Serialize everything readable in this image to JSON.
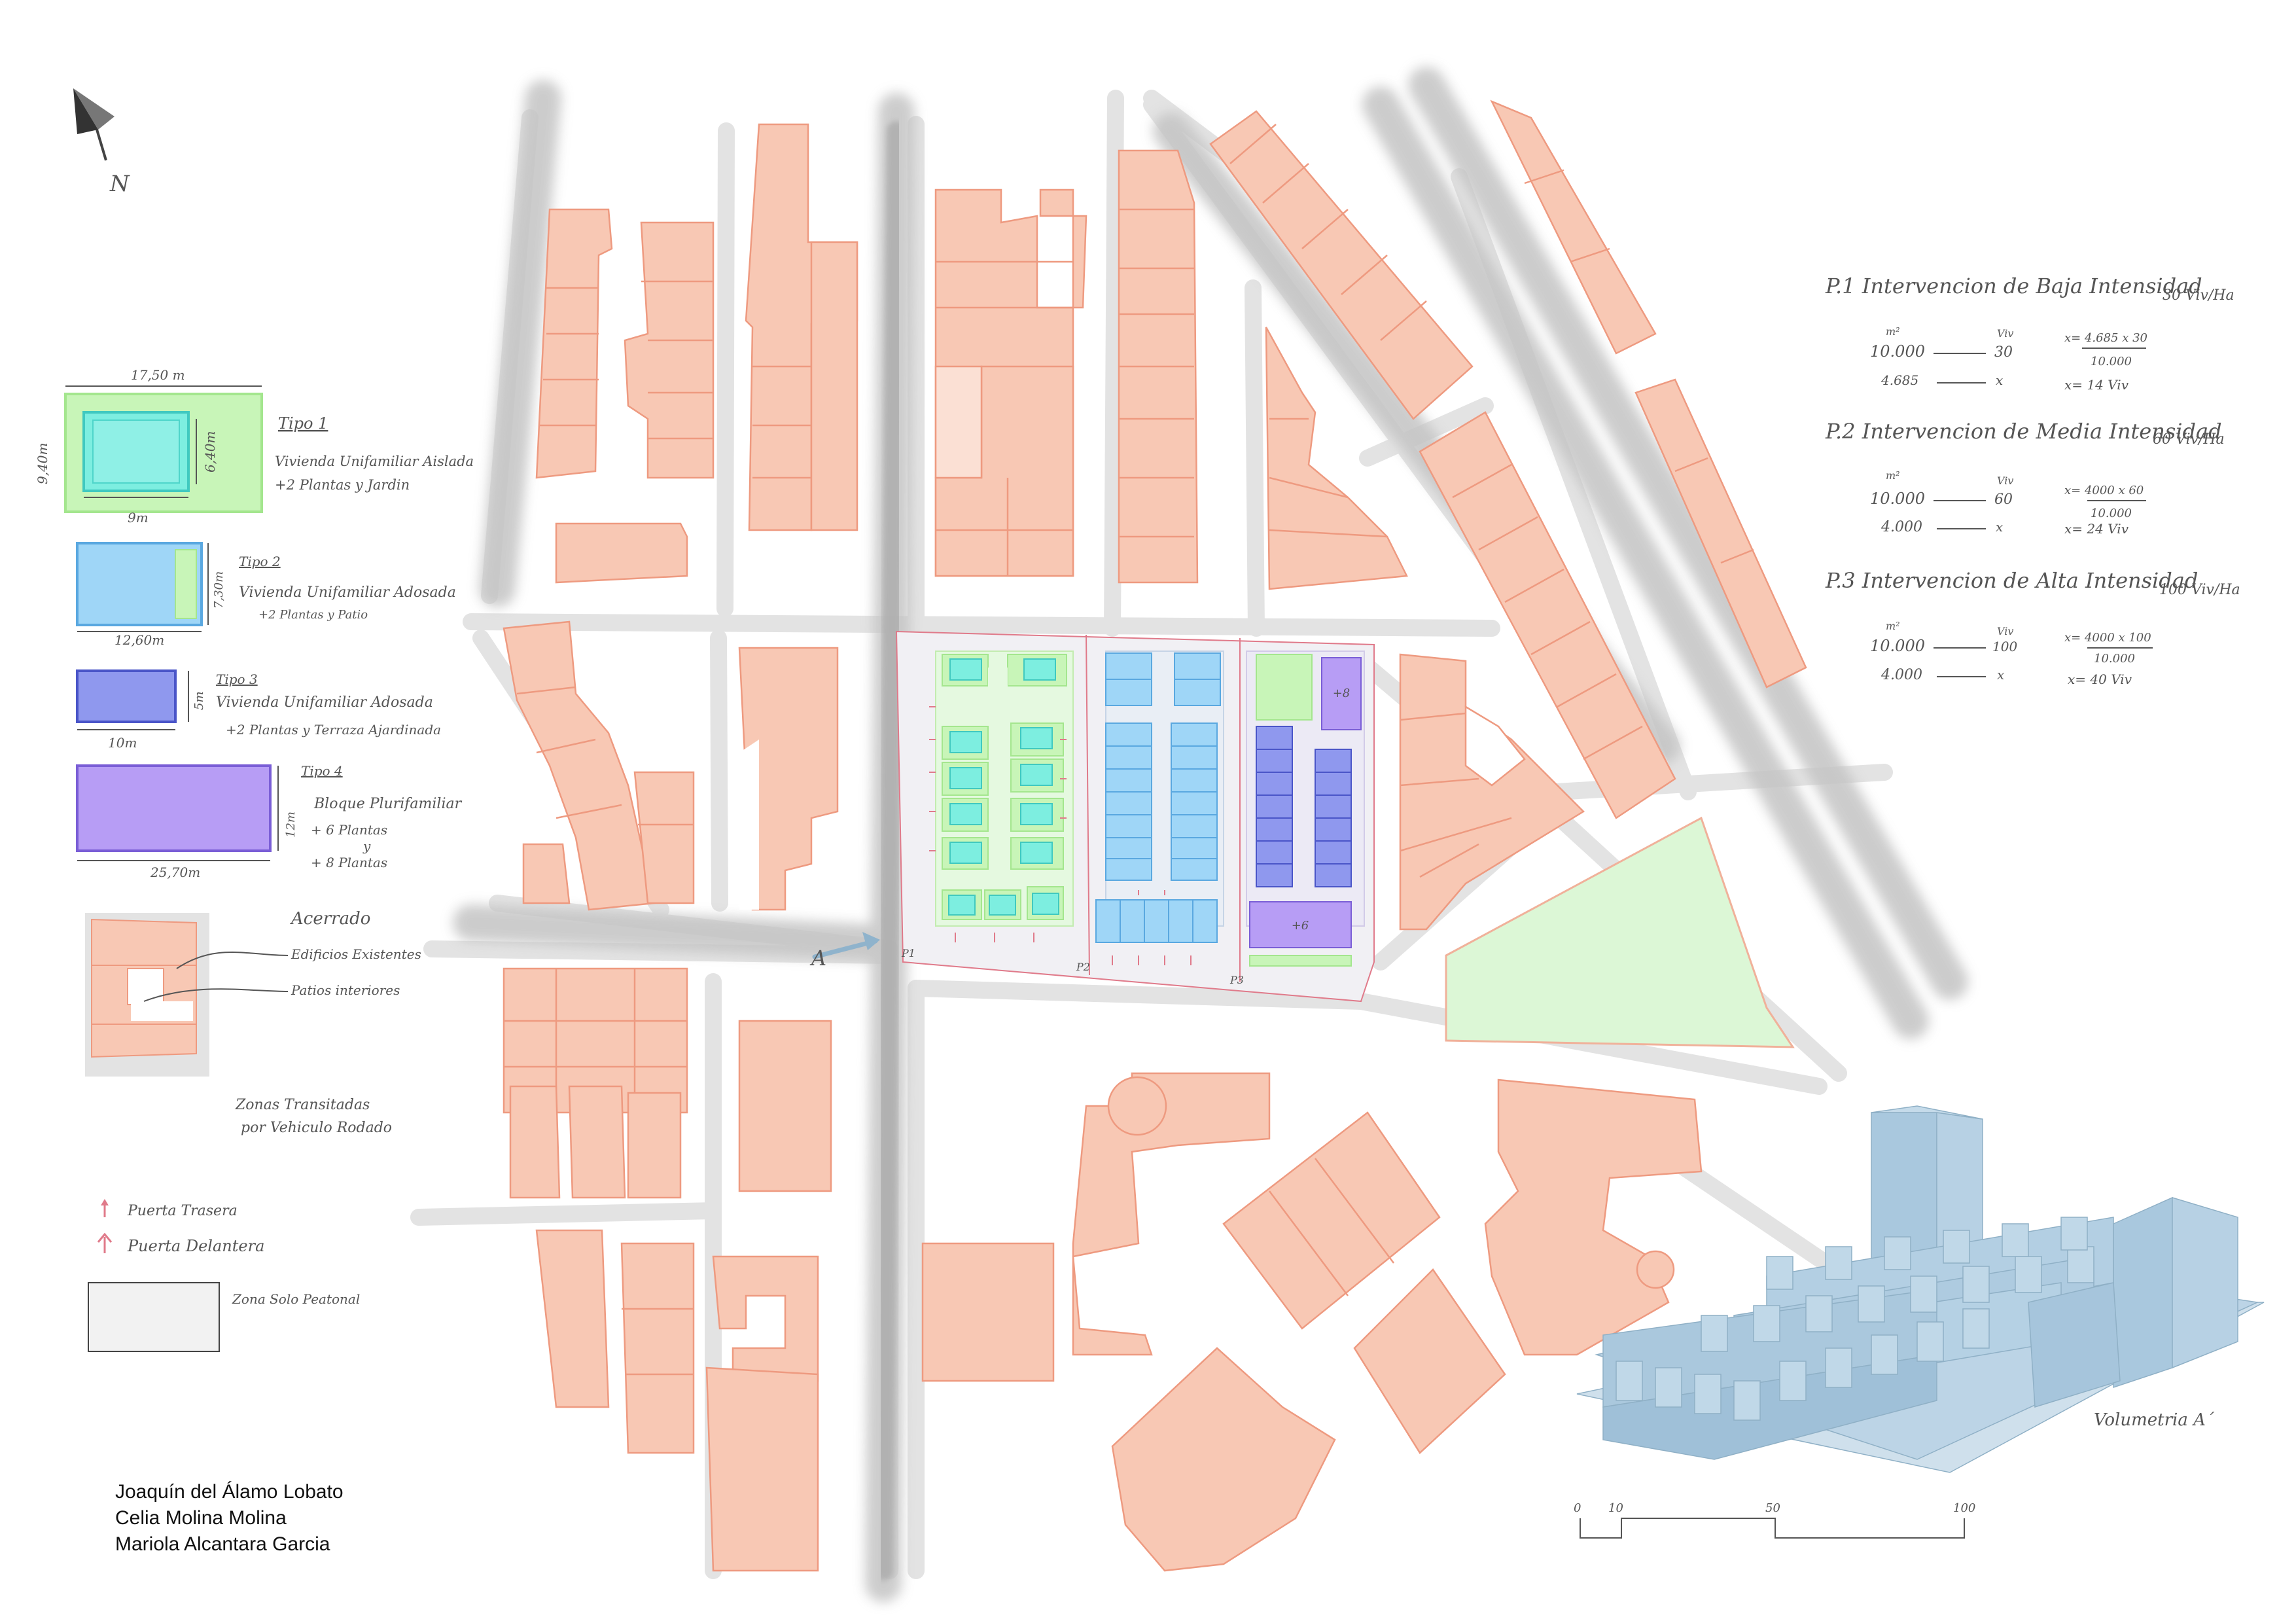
{
  "colors": {
    "building": "#f8c8b4",
    "building_stroke": "#ee9a80",
    "street": "#e4e4e4",
    "traffic": "#c9c9c9",
    "tipo1": "#c8f5b8",
    "tipo1_inner": "#7deee0",
    "tipo2": "#9fd6f7",
    "tipo3": "#8f98ee",
    "tipo4": "#b79df5",
    "green_zone": "#dcf8d6",
    "plot_line": "#e07a8a",
    "volumetry": "#b5d0e2",
    "arrow": "#8fb3cc"
  },
  "north": {
    "label": "N",
    "icon": "north-arrow-icon"
  },
  "legend": {
    "tipo1": {
      "width": "17,50 m",
      "height": "9,40m",
      "inner_width": "9m",
      "inner_height": "6,40m",
      "title": "Tipo 1",
      "line1": "Vivienda Unifamiliar Aislada",
      "line2": "+2 Plantas y Jardin"
    },
    "tipo2": {
      "width": "12,60m",
      "height": "7,30m",
      "title": "Tipo 2",
      "line1": "Vivienda Unifamiliar Adosada",
      "line2": "+2 Plantas y Patio"
    },
    "tipo3": {
      "width": "10m",
      "height": "5m",
      "title": "Tipo 3",
      "line1": "Vivienda Unifamiliar Adosada",
      "line2": "+2 Plantas y Terraza Ajardinada"
    },
    "tipo4": {
      "width": "25,70m",
      "height": "12m",
      "title": "Tipo 4",
      "line1": "Bloque Plurifamiliar",
      "line2": "+ 6 Plantas",
      "line3": "y",
      "line4": "+ 8 Plantas"
    },
    "acerrado": {
      "title": "Acerrado",
      "existing": "Edificios Existentes",
      "patios": "Patios interiores"
    },
    "traffic": {
      "line1": "Zonas Transitadas",
      "line2": "por Vehiculo Rodado"
    },
    "rear_door": {
      "label": "Puerta Trasera",
      "icon": "rear-door-arrow-icon"
    },
    "front_door": {
      "label": "Puerta Delantera",
      "icon": "front-door-arrow-icon"
    },
    "pedestrian": {
      "label": "Zona Solo Peatonal"
    }
  },
  "interventions": {
    "p1": {
      "title": "P.1  Intervencion de Baja Intensidad",
      "density": "30 Viv/Ha",
      "unit_m2": "m²",
      "unit_viv": "Viv",
      "row1_left": "10.000",
      "row1_right": "30",
      "row2_left": "4.685",
      "row2_right": "x",
      "formula": "x= 4.685 x 30",
      "denominator": "10.000",
      "result": "x= 14 Viv"
    },
    "p2": {
      "title": "P.2  Intervencion de Media Intensidad",
      "density": "60 Viv/Ha",
      "unit_m2": "m²",
      "unit_viv": "Viv",
      "row1_left": "10.000",
      "row1_right": "60",
      "row2_left": "4.000",
      "row2_right": "x",
      "formula": "x= 4000 x 60",
      "denominator": "10.000",
      "result": "x= 24 Viv"
    },
    "p3": {
      "title": "P.3  Intervencion de Alta Intensidad",
      "density": "100 Viv/Ha",
      "unit_m2": "m²",
      "unit_viv": "Viv",
      "row1_left": "10.000",
      "row1_right": "100",
      "row2_left": "4.000",
      "row2_right": "x",
      "formula": "x= 4000 x 100",
      "denominator": "10.000",
      "result": "x= 40 Viv"
    }
  },
  "plan": {
    "view_arrow_label": "A",
    "plot_labels": [
      "P1",
      "P2",
      "P3"
    ],
    "block_plus8": "+8",
    "block_plus6": "+6"
  },
  "volumetry": {
    "label": "Volumetria A´"
  },
  "scale": {
    "ticks": [
      "0",
      "10",
      "50",
      "100"
    ]
  },
  "authors": [
    "Joaquín del Álamo Lobato",
    "Celia Molina Molina",
    "Mariola Alcantara Garcia"
  ]
}
